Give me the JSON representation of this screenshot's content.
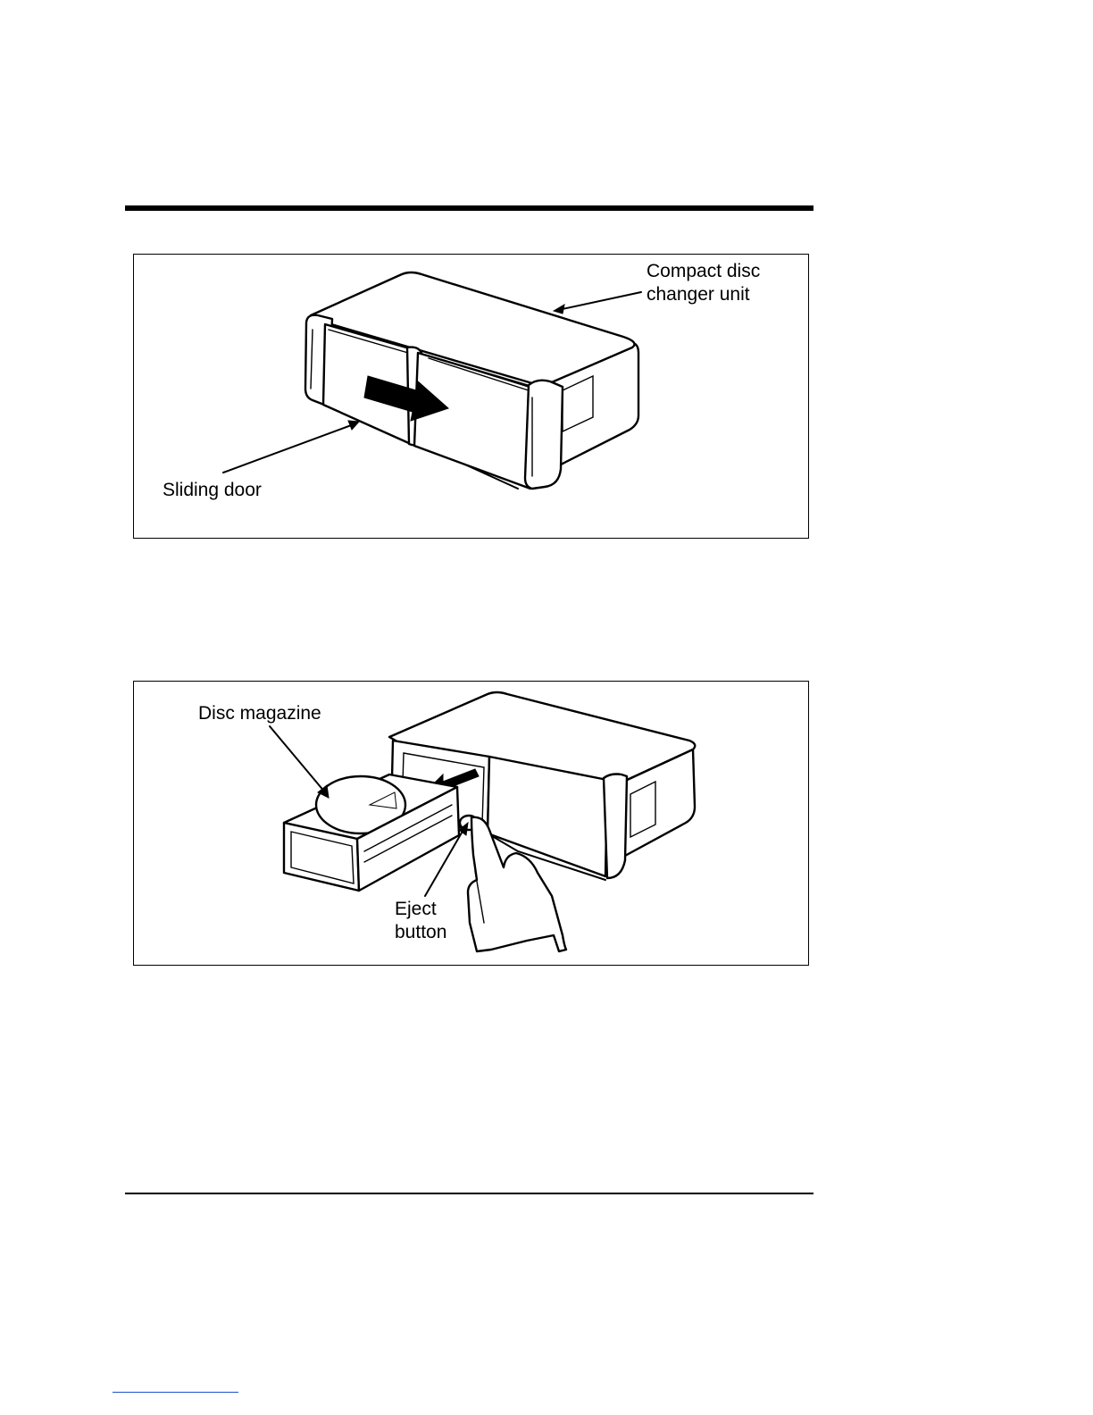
{
  "figure1": {
    "labels": {
      "unit": "Compact disc\nchanger unit",
      "door": "Sliding door"
    }
  },
  "figure2": {
    "labels": {
      "magazine": "Disc magazine",
      "eject": "Eject\nbutton"
    }
  },
  "colors": {
    "ink": "#000000",
    "paper": "#ffffff",
    "link_rule": "#1a4fcf"
  }
}
